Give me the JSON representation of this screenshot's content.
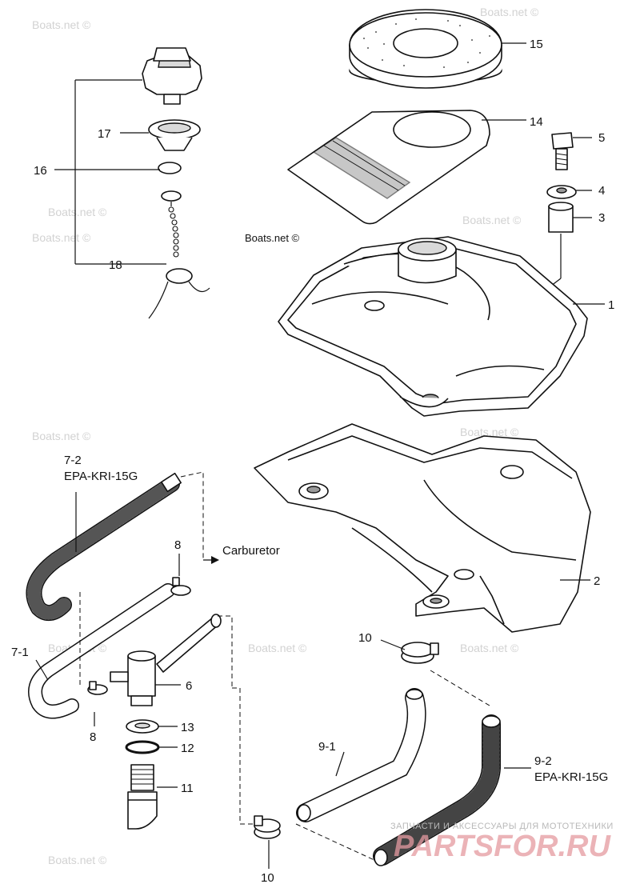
{
  "watermark": "Boats.net ©",
  "inline_mark": "Boats.net ©",
  "carburetor_label": "Carburetor",
  "callouts": {
    "c1": "1",
    "c2": "2",
    "c3": "3",
    "c4": "4",
    "c5": "5",
    "c6": "6",
    "c71": "7-1",
    "c72": "7-2",
    "c72_spec": "EPA-KRI-15G",
    "c8a": "8",
    "c8b": "8",
    "c91": "9-1",
    "c92": "9-2",
    "c92_spec": "EPA-KRI-15G",
    "c10a": "10",
    "c10b": "10",
    "c11": "11",
    "c12": "12",
    "c13": "13",
    "c14": "14",
    "c15": "15",
    "c16": "16",
    "c17": "17",
    "c18": "18"
  },
  "brand": {
    "tagline": "ЗАПЧАСТИ И АКСЕССУАРЫ ДЛЯ МОТОТЕХНИКИ",
    "logo": "PARTSFOR.RU"
  }
}
